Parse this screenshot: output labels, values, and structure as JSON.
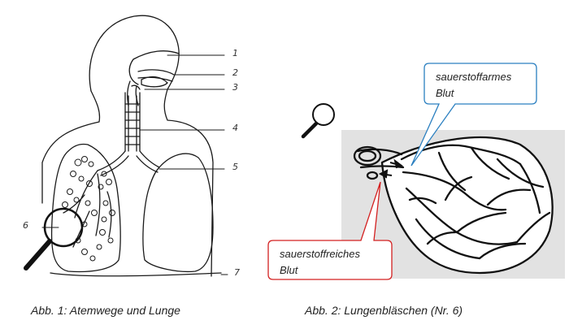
{
  "figure1": {
    "caption": "Abb. 1: Atemwege und Lunge",
    "labels": [
      "1",
      "2",
      "3",
      "4",
      "5",
      "6",
      "7"
    ]
  },
  "figure2": {
    "caption": "Abb. 2: Lungenbläschen (Nr. 6)",
    "callout_top": {
      "line1": "sauerstoffarmes",
      "line2": "Blut",
      "color": "#2a7fc0"
    },
    "callout_bottom": {
      "line1": "sauerstoffreiches",
      "line2": "Blut",
      "color": "#d32020"
    }
  },
  "icons": [
    "magnifier-icon",
    "magnifier-icon"
  ]
}
